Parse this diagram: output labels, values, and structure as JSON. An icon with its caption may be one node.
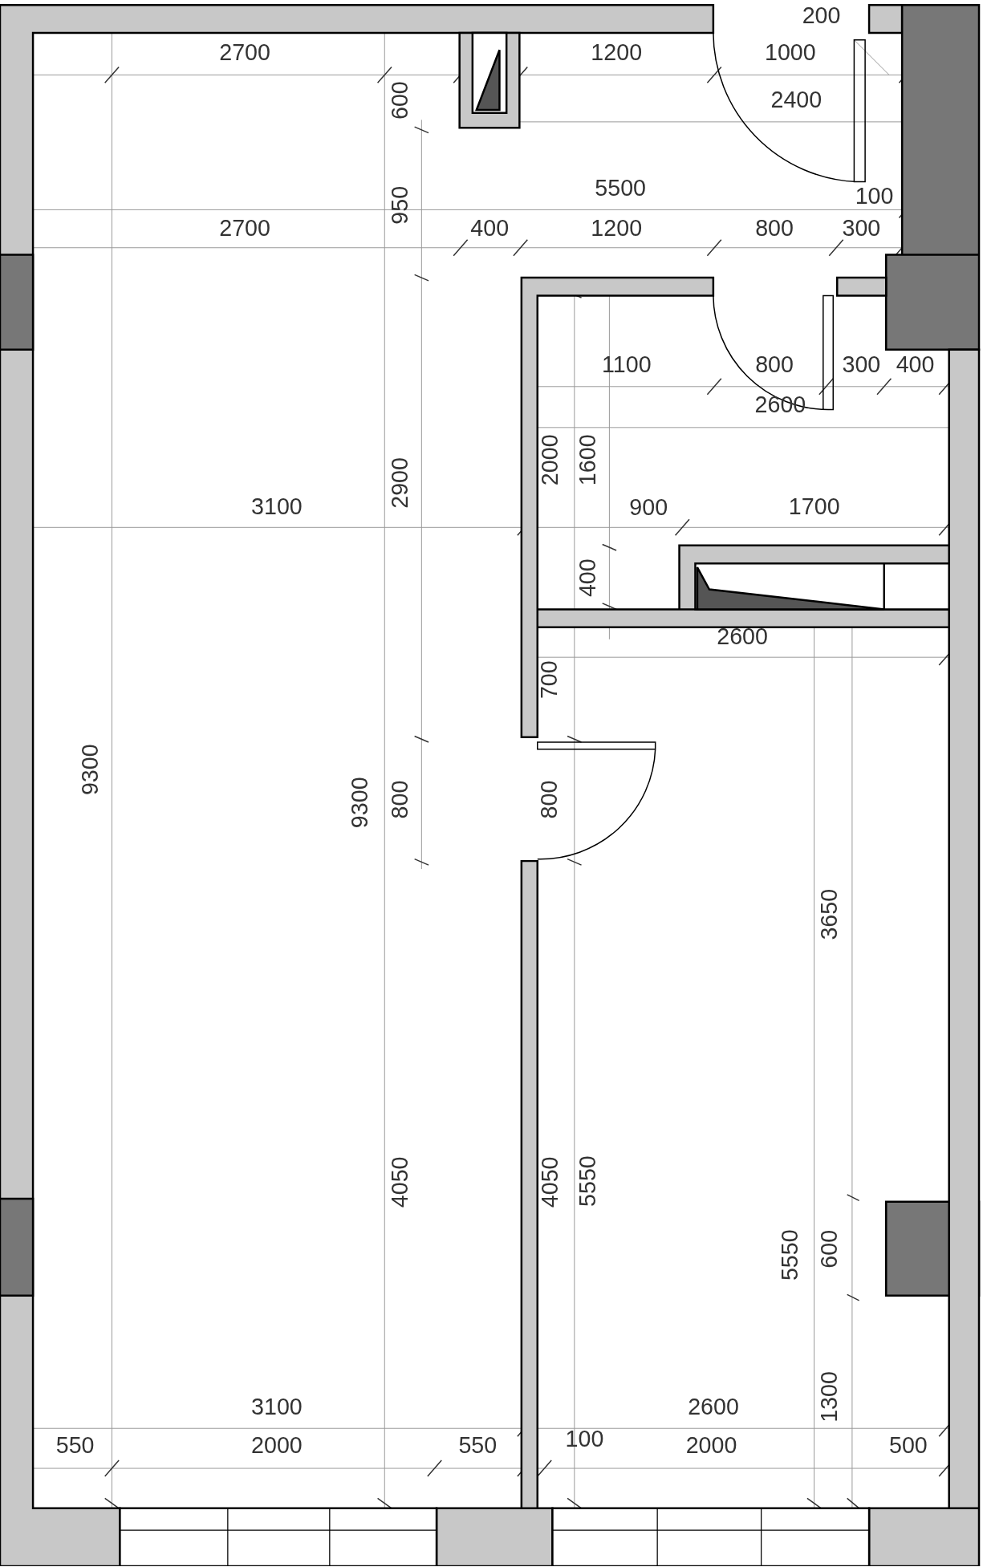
{
  "diagram": {
    "labels": [
      "200",
      "2700",
      "1200",
      "1000",
      "600",
      "2400",
      "5500",
      "950",
      "100",
      "2700",
      "400",
      "1200",
      "800",
      "300",
      "1100",
      "800",
      "300",
      "400",
      "2600",
      "2000",
      "1600",
      "2900",
      "3100",
      "900",
      "1700",
      "400",
      "2600",
      "700",
      "9300",
      "9300",
      "800",
      "800",
      "3650",
      "4050",
      "4050",
      "5550",
      "5550",
      "600",
      "1300",
      "3100",
      "2600",
      "100",
      "550",
      "2000",
      "550",
      "2000",
      "500"
    ]
  }
}
